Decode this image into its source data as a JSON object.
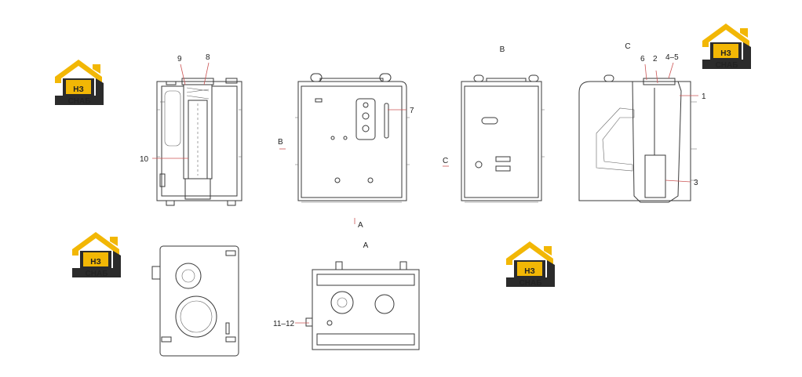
{
  "view_titles": {
    "b": "B",
    "c": "C",
    "a": "A"
  },
  "section_marks": {
    "b": "B",
    "c": "C",
    "a": "A"
  },
  "callouts": {
    "c1": "1",
    "c2": "2",
    "c3": "3",
    "c45": "4–5",
    "c6": "6",
    "c7": "7",
    "c8": "8",
    "c9": "9",
    "c10": "10",
    "c1112": "11–12"
  },
  "logo": {
    "letters": "НЗ",
    "word": "СНАБ",
    "colors": {
      "roof": "#f2b705",
      "dark": "#2b2b2b",
      "letter_bg": "#f2b705"
    }
  }
}
